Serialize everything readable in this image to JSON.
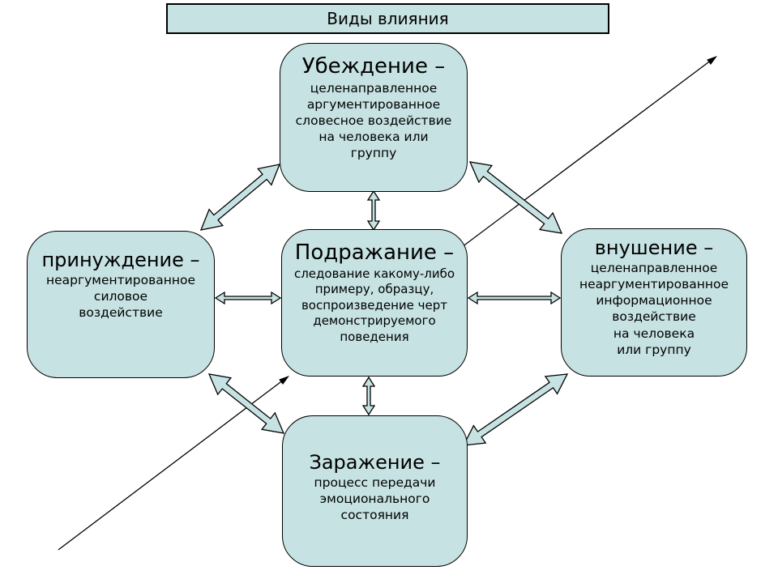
{
  "slide": {
    "title": "Виды влияния"
  },
  "colors": {
    "node_fill": "#c6e2e2",
    "node_border": "#000000",
    "background": "#ffffff",
    "text": "#000000"
  },
  "nodes": {
    "persuasion": {
      "heading": "Убеждение –",
      "body": "целенаправленное\nаргументированное\nсловесное воздействие\nна человека или\nгруппу"
    },
    "coercion": {
      "heading": "принуждение –",
      "body": "неаргументированное\nсиловое\nвоздействие"
    },
    "imitation": {
      "heading": "Подражание –",
      "body": "следование какому-либо\nпримеру, образцу,\nвоспроизведение черт\nдемонстрируемого\nповедения"
    },
    "suggestion": {
      "heading": "внушение –",
      "body": "целенаправленное\nнеаргументированное\nинформационное\nвоздействие\nна человека\nили группу"
    },
    "contagion": {
      "heading": "Заражение –",
      "body": "процесс передачи\nэмоционального\nсостояния"
    }
  },
  "connectors": [
    {
      "from": "persuasion",
      "to": "coercion",
      "style": "block-double-arrow"
    },
    {
      "from": "persuasion",
      "to": "suggestion",
      "style": "block-double-arrow"
    },
    {
      "from": "coercion",
      "to": "contagion",
      "style": "block-double-arrow"
    },
    {
      "from": "suggestion",
      "to": "contagion",
      "style": "block-double-arrow"
    },
    {
      "from": "persuasion",
      "to": "imitation",
      "style": "thin-double-arrow"
    },
    {
      "from": "imitation",
      "to": "contagion",
      "style": "thin-double-arrow"
    },
    {
      "from": "coercion",
      "to": "imitation",
      "style": "thin-double-arrow"
    },
    {
      "from": "imitation",
      "to": "suggestion",
      "style": "thin-double-arrow"
    },
    {
      "from": "bottom-left-corner",
      "to": "imitation",
      "style": "line-arrow"
    },
    {
      "from": "imitation",
      "to": "top-right-corner",
      "style": "line-arrow"
    }
  ]
}
